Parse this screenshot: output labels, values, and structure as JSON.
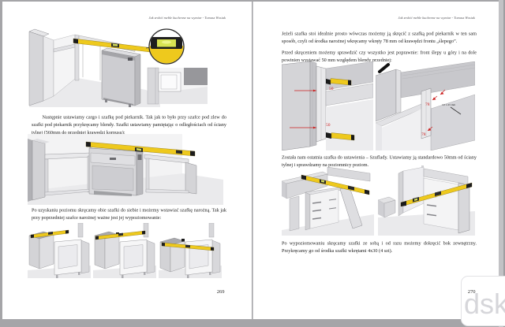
{
  "colors": {
    "page": "#ffffff",
    "background": "#a5a5a8",
    "level_yellow": "#eec91d",
    "annotation_red": "#cc2020",
    "watermark_gray": "#d6d6da"
  },
  "watermark": {
    "text": "dsk."
  },
  "pages": [
    {
      "header": "Jak zrobić meble kuchenne na wymiar - Tomasz Wosiak",
      "page_number": "269",
      "paragraphs": {
        "p1": "Następnie ustawiamy cargo i szafkę pod piekarnik. Tak jak to było przy szafce pod zlew do szafki pod piekarnik przykręcamy blendy. Szafki ustawiamy pamiętając o odległościach od ściany tylnej (560mm do przedniej krawędzi korpusu):",
        "p2": "Po uzyskaniu poziomu skręcamy obie szafki do siebie i możemy wstawiać szafkę narożną. Tak jak przy poprzedniej szafce narożnej ważne jest jej wypoziomowanie:"
      }
    },
    {
      "header": "Jak zrobić meble kuchenne na wymiar - Tomasz Wosiak",
      "page_number": "270",
      "paragraphs": {
        "p1": "Jeżeli szafka stoi idealnie prosto wówczas możemy ją skręcić z szafką pod piekarnik w ten sam sposób, czyli od środka narożnej wkręcamy wkręty 78 mm od krawędzi frontu „ślepego”.",
        "p2": "Przed skręceniem możemy sprawdzić czy wszystko jest poprawnie: front ślepy u góry i na dole powinien wystawać 50 mm względem blendy przedniej:",
        "p3": "Została nam ostatnia szafka do ustawienia – Szuflady. Ustawiamy ją standardowo 50mm od ściany tylnej i sprawdzamy na poziomnicy poziom.",
        "p4": "Po wypoziomowaniu skręcamy szafki ze sobą i od razu możemy dokręcić bok zewnętrzny. Przykręcamy go od środka szafki wkrętami 4x30 (4 szt)."
      },
      "annotations": {
        "gap_top": "50",
        "gap_bottom": "50",
        "screw_top": "78",
        "screw_bottom": "78",
        "screw_size": "3,5 x 45 mm"
      }
    }
  ]
}
